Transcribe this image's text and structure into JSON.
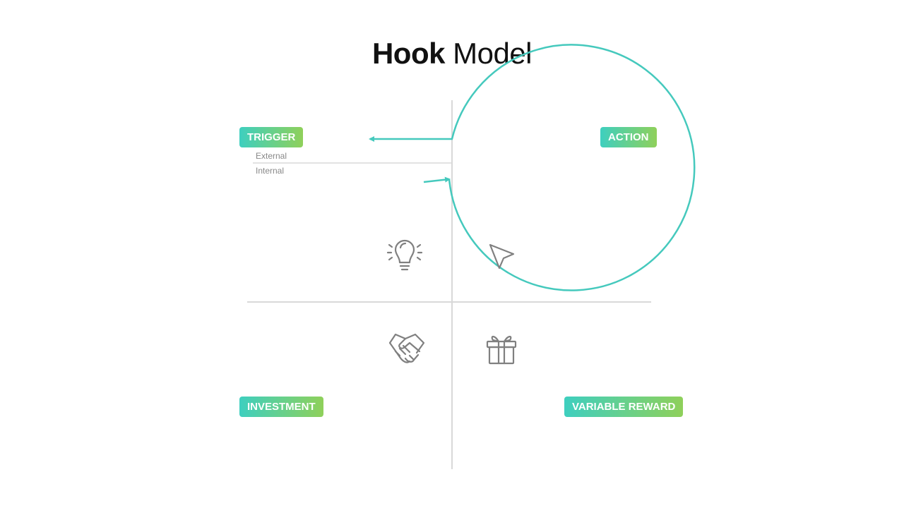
{
  "title": {
    "bold": "Hook",
    "rest": "Model"
  },
  "quadrants": {
    "trigger": {
      "label": "TRIGGER",
      "icon": "lightbulb-icon",
      "sub": [
        "External",
        "Internal"
      ]
    },
    "action": {
      "label": "ACTION",
      "icon": "cursor-arrow-icon"
    },
    "investment": {
      "label": "INVESTMENT",
      "icon": "handshake-icon"
    },
    "reward": {
      "label": "VARIABLE REWARD",
      "icon": "gift-icon"
    }
  },
  "colors": {
    "cycle": "#45c9bd",
    "badge_start": "#3ecfbf",
    "badge_end": "#8fd05a",
    "axis": "#d9d9d9",
    "icon": "#808080"
  }
}
